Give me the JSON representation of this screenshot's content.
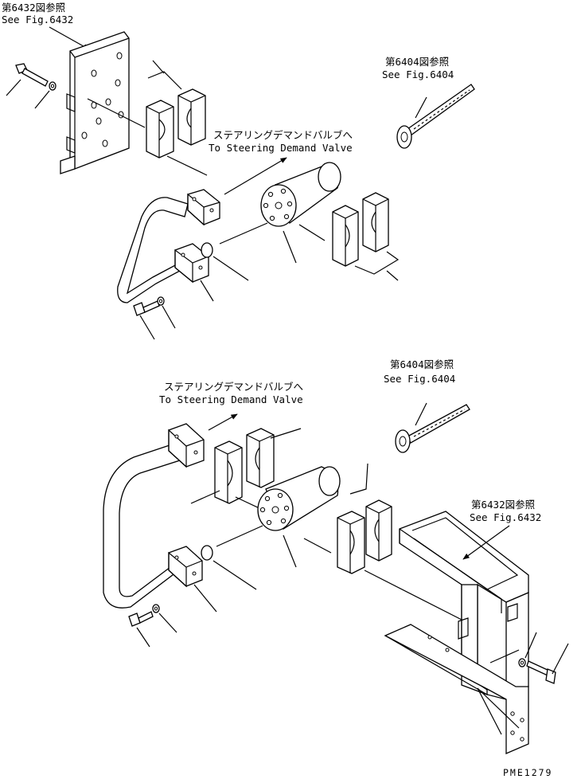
{
  "upper": {
    "ref_plate_jp": "第6432図参照",
    "ref_plate_en": "See Fig.6432",
    "ref_shaft_jp": "第6404図参照",
    "ref_shaft_en": "See Fig.6404",
    "dest_jp": "ステアリングデマンドバルブへ",
    "dest_en": "To Steering Demand Valve"
  },
  "lower": {
    "ref_shaft_jp": "第6404図参照",
    "ref_shaft_en": "See Fig.6404",
    "dest_jp": "ステアリングデマンドバルブへ",
    "dest_en": "To Steering Demand Valve",
    "ref_bracket_jp": "第6432図参照",
    "ref_bracket_en": "See Fig.6432"
  },
  "footer": {
    "drawing_number": "PME1279"
  }
}
